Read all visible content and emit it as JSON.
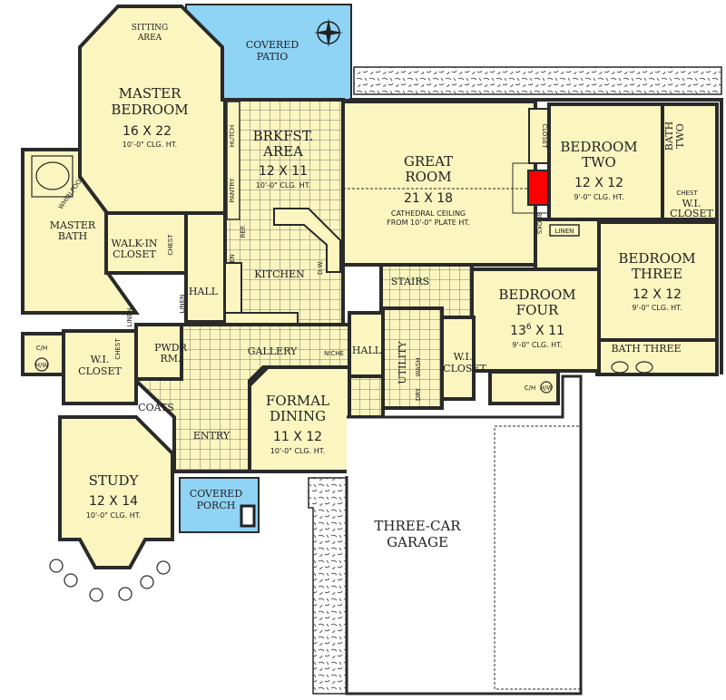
{
  "colors": {
    "room_fill": "#fbf6c0",
    "covered_fill": "#8fd3f5",
    "fireplace": "#ff0000",
    "wall": "#2a2a2a"
  },
  "icons": [
    "compass-rose-icon",
    "whirlpool-tub-icon",
    "shrub-icon",
    "fireplace-icon"
  ],
  "rooms": {
    "sitting_area": [
      "SITTING",
      "AREA"
    ],
    "master_bedroom": {
      "name": [
        "MASTER",
        "BEDROOM"
      ],
      "size": "16 X 22",
      "ceiling": "10'-0\" CLG. HT."
    },
    "covered_patio": [
      "COVERED",
      "PATIO"
    ],
    "brkfst": {
      "name": [
        "BRKFST.",
        "AREA"
      ],
      "size": "12 X 11",
      "ceiling": "10'-0\" CLG. HT."
    },
    "great_room": {
      "name": [
        "GREAT",
        "ROOM"
      ],
      "size": "21 X 18",
      "ceiling": [
        "CATHEDRAL CEILING",
        "FROM 10'-0\" PLATE HT."
      ]
    },
    "bedroom_two": {
      "name": [
        "BEDROOM",
        "TWO"
      ],
      "size": "12 X 12",
      "ceiling": "9'-0\" CLG. HT."
    },
    "bath_two": [
      "BATH",
      "TWO"
    ],
    "bedroom_three": {
      "name": [
        "BEDROOM",
        "THREE"
      ],
      "size": "12 X 12",
      "ceiling": "9'-0\" CLG. HT."
    },
    "bedroom_four": {
      "name": [
        "BEDROOM",
        "FOUR"
      ],
      "size_main": "13",
      "size_sup": "6",
      "size_rest": " X 11",
      "ceiling": "9'-0\" CLG. HT."
    },
    "bath_three": "BATH  THREE",
    "master_bath": [
      "MASTER",
      "BATH"
    ],
    "walk_in_closet": [
      "WALK-IN",
      "CLOSET"
    ],
    "kitchen": "KITCHEN",
    "hall": "HALL",
    "hall2": "HALL",
    "gallery": "GALLERY",
    "stairs": "STAIRS",
    "utility": "UTILITY",
    "wi_closet_left": [
      "W.I.",
      "CLOSET"
    ],
    "wi_closet_mid": [
      "W.I.",
      "CLOSET"
    ],
    "wi_closet_right": [
      "W.I.",
      "CLOSET"
    ],
    "pwdr": [
      "PWDR",
      "RM."
    ],
    "coats": "COATS",
    "entry": "ENTRY",
    "formal_dining": {
      "name": [
        "FORMAL",
        "DINING"
      ],
      "size": "11 X 12",
      "ceiling": "10'-0\" CLG. HT."
    },
    "study": {
      "name": "STUDY",
      "size": "12 X 14",
      "ceiling": "10'-0\" CLG. HT."
    },
    "covered_porch": [
      "COVERED",
      "PORCH"
    ],
    "garage": [
      "THREE-CAR",
      "GARAGE"
    ]
  },
  "fixtures": {
    "whirlpool": "WHIRLPOOL",
    "pantry": "PANTRY",
    "hutch": "HUTCH",
    "ref": "REF.",
    "oven": "OVEN",
    "dw": "D.W.",
    "closet": "CLOSET",
    "books": "BOOKS",
    "linen": "LINEN",
    "linen_left1": "LINEN",
    "linen_left2": "LINEN",
    "chest": "CHEST",
    "chest2": "CHEST",
    "chest3": "CHEST",
    "ch": "C/H",
    "hw": "H/W",
    "ch2": "C/H",
    "hw2": "H/W",
    "dry": "DRY",
    "wash": "WASH",
    "niche": "NICHE"
  }
}
